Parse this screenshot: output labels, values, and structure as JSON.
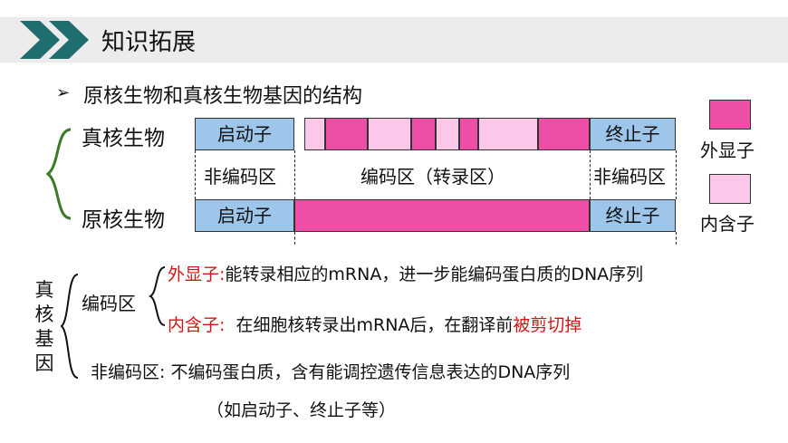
{
  "header": {
    "title": "知识拓展"
  },
  "heading": {
    "bullet": "➢",
    "text": "原核生物和真核生物基因的结构"
  },
  "diagram": {
    "eukaryote_label": "真核生物",
    "prokaryote_label": "原核生物",
    "promoter": "启动子",
    "terminator": "终止子",
    "noncoding_left": "非编码区",
    "coding_region": "编码区（转录区）",
    "noncoding_right": "非编码区"
  },
  "legend": {
    "exon": "外显子",
    "intron": "内含子"
  },
  "notes": {
    "gene_vertical": [
      "真",
      "核",
      "基",
      "因"
    ],
    "coding_label": "编码区",
    "exon_label": "外显子:",
    "exon_desc": "能转录相应的mRNA，进一步能编码蛋白质的DNA序列",
    "intron_label": "内含子:",
    "intron_desc": "在细胞核转录出mRNA后，在翻译前",
    "intron_highlight": "被剪切掉",
    "noncoding_label": "非编码区:",
    "noncoding_desc": "不编码蛋白质，含有能调控遗传信息表达的DNA序列",
    "noncoding_example": "（如启动子、终止子等）"
  },
  "colors": {
    "exon": "#ee4fa6",
    "intron": "#fdc7ea",
    "regulatory": "#9ec6ea",
    "highlight": "#d21414"
  }
}
